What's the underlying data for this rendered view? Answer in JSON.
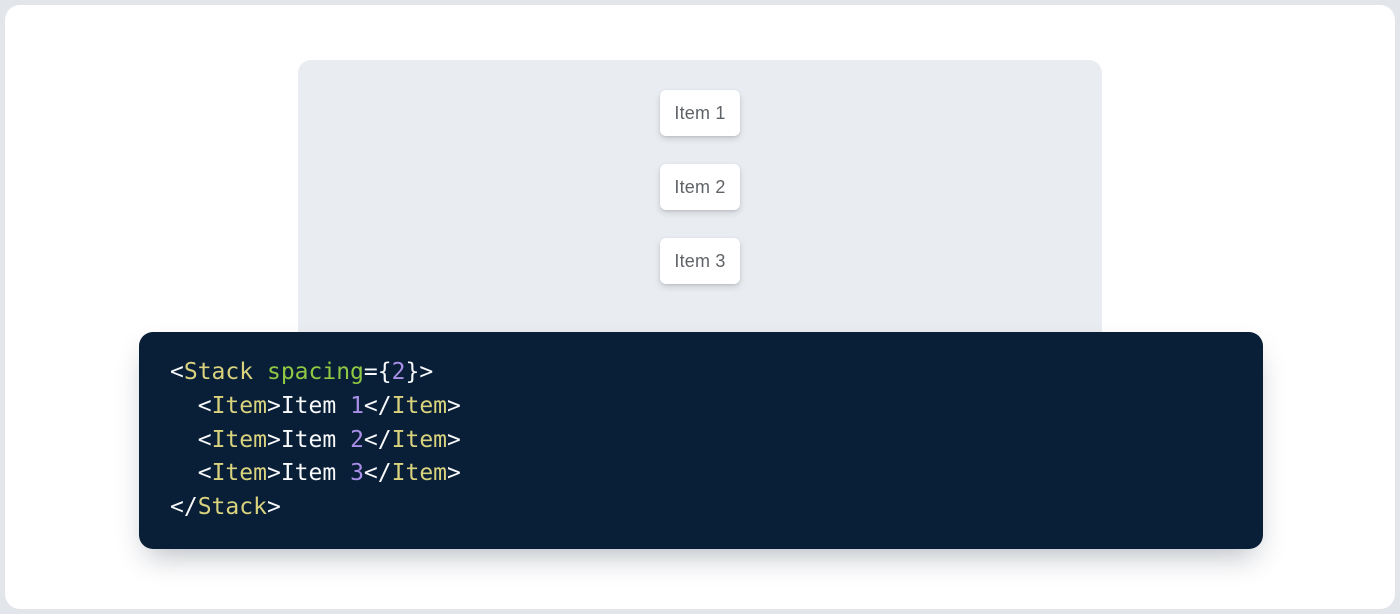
{
  "demo": {
    "items": [
      {
        "label": "Item 1"
      },
      {
        "label": "Item 2"
      },
      {
        "label": "Item 3"
      }
    ]
  },
  "code": {
    "lines": [
      {
        "tokens": [
          {
            "t": "punc",
            "v": "<"
          },
          {
            "t": "tag",
            "v": "Stack"
          },
          {
            "t": "plain",
            "v": " "
          },
          {
            "t": "attr",
            "v": "spacing"
          },
          {
            "t": "punc",
            "v": "={"
          },
          {
            "t": "num",
            "v": "2"
          },
          {
            "t": "punc",
            "v": "}>"
          }
        ]
      },
      {
        "tokens": [
          {
            "t": "plain",
            "v": "  "
          },
          {
            "t": "punc",
            "v": "<"
          },
          {
            "t": "tag",
            "v": "Item"
          },
          {
            "t": "punc",
            "v": ">"
          },
          {
            "t": "plain",
            "v": "Item "
          },
          {
            "t": "num",
            "v": "1"
          },
          {
            "t": "punc",
            "v": "</"
          },
          {
            "t": "tag",
            "v": "Item"
          },
          {
            "t": "punc",
            "v": ">"
          }
        ]
      },
      {
        "tokens": [
          {
            "t": "plain",
            "v": "  "
          },
          {
            "t": "punc",
            "v": "<"
          },
          {
            "t": "tag",
            "v": "Item"
          },
          {
            "t": "punc",
            "v": ">"
          },
          {
            "t": "plain",
            "v": "Item "
          },
          {
            "t": "num",
            "v": "2"
          },
          {
            "t": "punc",
            "v": "</"
          },
          {
            "t": "tag",
            "v": "Item"
          },
          {
            "t": "punc",
            "v": ">"
          }
        ]
      },
      {
        "tokens": [
          {
            "t": "plain",
            "v": "  "
          },
          {
            "t": "punc",
            "v": "<"
          },
          {
            "t": "tag",
            "v": "Item"
          },
          {
            "t": "punc",
            "v": ">"
          },
          {
            "t": "plain",
            "v": "Item "
          },
          {
            "t": "num",
            "v": "3"
          },
          {
            "t": "punc",
            "v": "</"
          },
          {
            "t": "tag",
            "v": "Item"
          },
          {
            "t": "punc",
            "v": ">"
          }
        ]
      },
      {
        "tokens": [
          {
            "t": "punc",
            "v": "</"
          },
          {
            "t": "tag",
            "v": "Stack"
          },
          {
            "t": "punc",
            "v": ">"
          }
        ]
      }
    ]
  },
  "colors": {
    "outer_bg": "#e2e5ea",
    "page_bg": "#ffffff",
    "panel_bg": "#e9ecf1",
    "code_bg": "#091e37",
    "token_tag": "#d9d37e",
    "token_attr": "#8fc843",
    "token_num": "#a98fe8",
    "token_punctuation": "#f7f9fb",
    "item_text": "#5f6368"
  }
}
